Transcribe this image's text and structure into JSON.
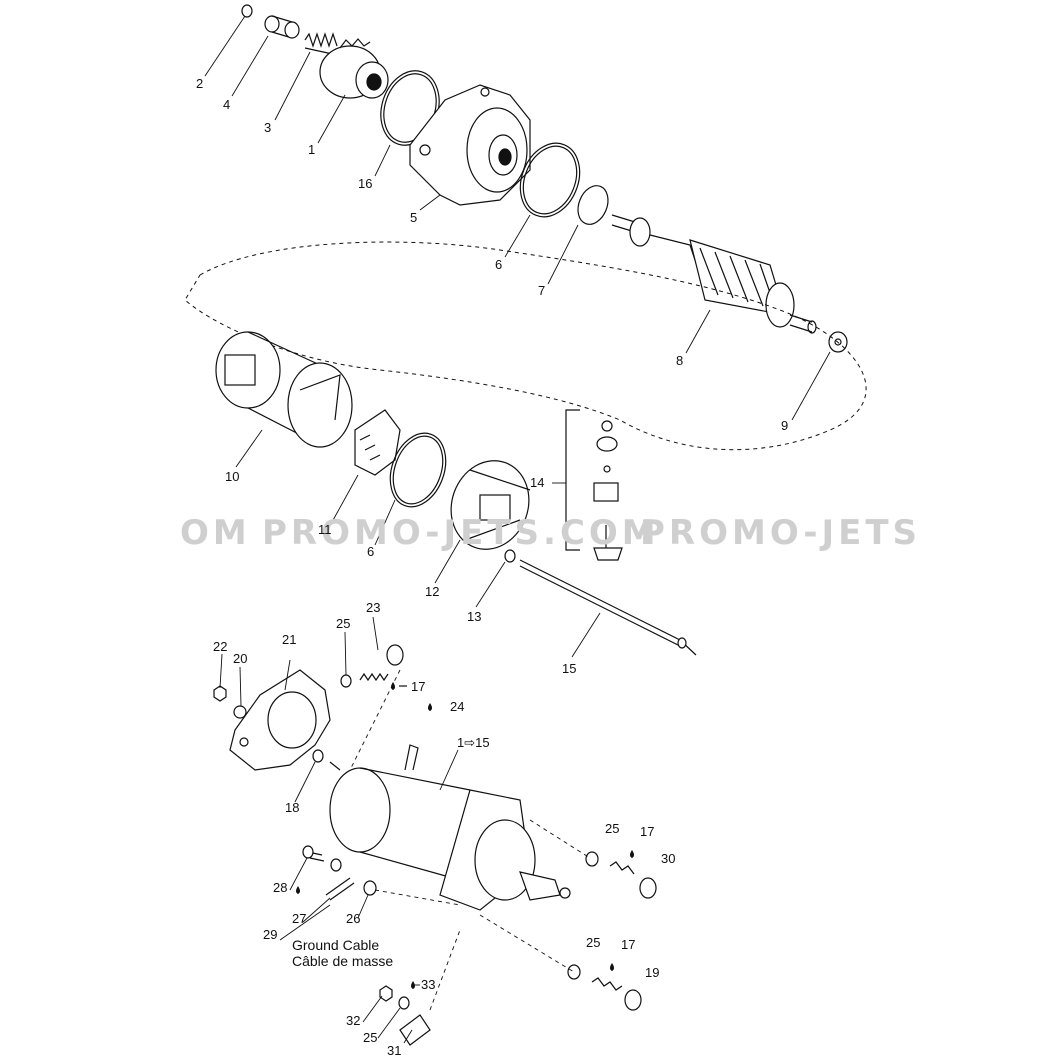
{
  "watermark": {
    "left_fragment": "OM",
    "middle": "PROMO-JETS.COM",
    "right": "PROMO-JETS"
  },
  "callouts": {
    "c1": "1",
    "c2": "2",
    "c3": "3",
    "c4": "4",
    "c5": "5",
    "c6a": "6",
    "c6b": "6",
    "c7": "7",
    "c8": "8",
    "c9": "9",
    "c10": "10",
    "c11": "11",
    "c12": "12",
    "c13": "13",
    "c14": "14",
    "c15": "15",
    "c16": "16",
    "c17a": "17",
    "c17b": "17",
    "c17c": "17",
    "c18": "18",
    "c19": "19",
    "c20": "20",
    "c21": "21",
    "c22": "22",
    "c23": "23",
    "c24": "24",
    "c25a": "25",
    "c25b": "25",
    "c25c": "25",
    "c25d": "25",
    "c26": "26",
    "c27": "27",
    "c28": "28",
    "c29": "29",
    "c30": "30",
    "c31": "31",
    "c32": "32",
    "c33": "33",
    "range": "1⇨15"
  },
  "ground_cable": {
    "en": "Ground Cable",
    "fr": "Câble de masse"
  },
  "icons": [
    "drop-icon",
    "arrow-right-icon"
  ]
}
